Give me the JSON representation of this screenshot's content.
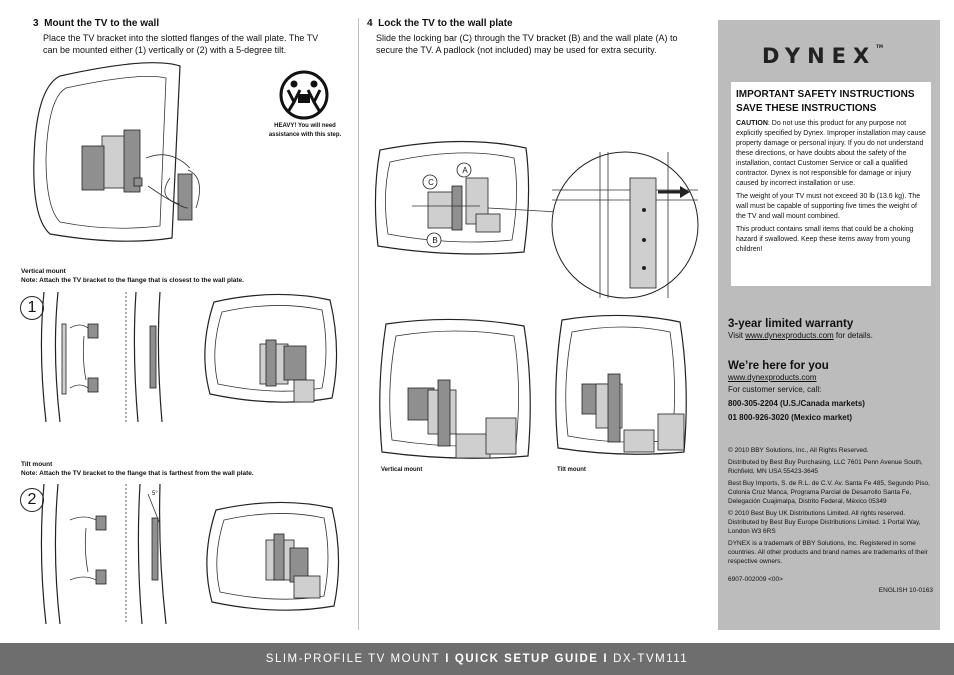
{
  "step3": {
    "number": "3",
    "title": "Mount the TV to the wall",
    "text": "Place the TV bracket into the slotted flanges of the wall plate. The TV can be mounted either (1) vertically or (2) with a 5-degree tilt.",
    "heavy_caption": "HEAVY! You will need assistance with this step.",
    "vertical_heading": "Vertical mount",
    "vertical_note": "Note: Attach the TV bracket to the flange that is closest to the wall plate.",
    "vertical_badge": "1",
    "tilt_heading": "Tilt mount",
    "tilt_note": "Note: Attach the TV bracket to the flange that is farthest from the wall plate.",
    "tilt_badge": "2",
    "tilt_angle": "5°"
  },
  "step4": {
    "number": "4",
    "title": "Lock the TV to the wall plate",
    "text": "Slide the locking bar (C) through the TV bracket (B) and the wall plate (A) to secure the TV. A padlock (not included) may be used for extra security.",
    "label_a": "A",
    "label_b": "B",
    "label_c": "C",
    "vertical_caption": "Vertical mount",
    "tilt_caption": "Tilt mount"
  },
  "sidebar": {
    "brand": "DYNEX",
    "brand_tm": "TM",
    "safety": {
      "title_line1": "IMPORTANT SAFETY INSTRUCTIONS",
      "title_line2": "SAVE THESE INSTRUCTIONS",
      "caution_label": "CAUTION",
      "caution_text": ": Do not use this product for any purpose not explicitly specified by Dynex. Improper installation may cause property damage or personal injury. If you do not understand these directions, or have doubts about the safety of the installation, contact Customer Service or call a qualified contractor. Dynex is not responsible for damage or injury caused by incorrect installation or use.",
      "weight_text": "The weight of your TV must not exceed 30 lb (13.6 kg). The wall must be capable of supporting five times the weight of the TV and wall mount combined.",
      "choking_text": "This product contains small items that could be a choking hazard if swallowed. Keep these items away from young children!"
    },
    "warranty": {
      "title": "3-year limited warranty",
      "visit_prefix": "Visit ",
      "url": "www.dynexproducts.com",
      "visit_suffix": " for details."
    },
    "help": {
      "title": "We’re here for you",
      "url": "www.dynexproducts.com",
      "service_text": "For customer service, call:",
      "phone_us": "800-305-2204 (U.S./Canada markets)",
      "phone_mx": "01 800-926-3020 (Mexico market)"
    },
    "legal": {
      "copyright_us": "© 2010 BBY Solutions, Inc., All Rights Reserved.",
      "distributed_us": "Distributed by Best Buy Purchasing, LLC 7601 Penn Avenue South, Richfield, MN USA 55423-3645",
      "imports_mx": "Best Buy Imports, S. de R.L. de C.V. Av. Santa Fe 485, Segundo Piso, Colonia Cruz Manca, Programa Parcial de Desarrollo Santa Fe, Delegación Cuajimalpa, Distrito Federal, México 05349",
      "copyright_uk": "© 2010 Best Buy UK Distributions Limited. All rights reserved. Distributed by Best Buy Europe Distributions Limited. 1 Portal Way, London W3 6RS",
      "trademark": "DYNEX is a trademark of BBY Solutions, Inc. Registered in some countries. All other products and brand names are trademarks of their respective owners.",
      "part_number": "6907-002009 <00>",
      "language_code": "ENGLISH 10-0163"
    }
  },
  "footer": {
    "product": "SLIM-PROFILE TV MOUNT",
    "separator1": "I",
    "guide": "QUICK SETUP GUIDE",
    "separator2": "I",
    "model": "DX-TVM111"
  }
}
